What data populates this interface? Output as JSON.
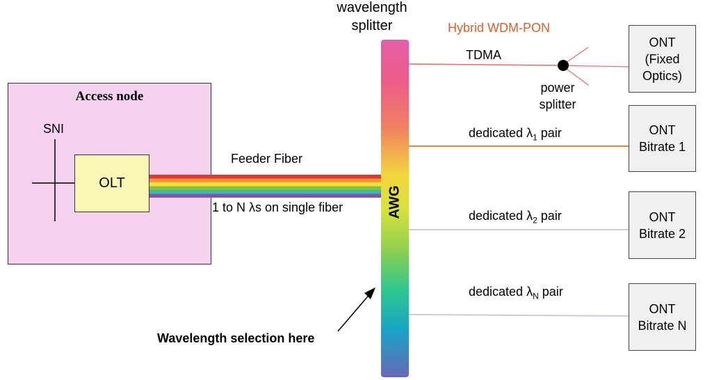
{
  "access_node": {
    "title": "Access node",
    "sni_label": "SNI",
    "olt_label": "OLT"
  },
  "feeder": {
    "label": "Feeder Fiber",
    "wavelengths_label": "1 to N λs on single fiber"
  },
  "splitter": {
    "title_line1": "wavelength",
    "title_line2": "splitter",
    "awg_label": "AWG"
  },
  "hybrid_label": "Hybrid WDM-PON",
  "tdma_label": "TDMA",
  "power_splitter": {
    "line1": "power",
    "line2": "splitter"
  },
  "links": [
    {
      "prefix": "dedicated λ",
      "subscript": "1",
      "suffix": " pair"
    },
    {
      "prefix": "dedicated λ",
      "subscript": "2",
      "suffix": " pair"
    },
    {
      "prefix": "dedicated λ",
      "subscript": "N",
      "suffix": " pair"
    }
  ],
  "onts": [
    {
      "text": "ONT\n(Fixed\nOptics)"
    },
    {
      "text": "ONT\nBitrate 1"
    },
    {
      "text": "ONT\nBitrate 2"
    },
    {
      "text": "ONT\nBitrate N"
    }
  ],
  "annotation": "Wavelength selection here",
  "colors": {
    "access_node_fill": "#f5d3ef",
    "olt_fill": "#fbf7b4",
    "hybrid_text": "#e0602a",
    "tdma_line": "#e86a6a",
    "lambda1_line": "#f08a3a",
    "lambda_other_line": "#c8ccd8"
  },
  "feeder_colors": [
    "#e8362e",
    "#f39a2a",
    "#f5e23a",
    "#7cc444",
    "#3db5b8",
    "#8a4fa8"
  ]
}
